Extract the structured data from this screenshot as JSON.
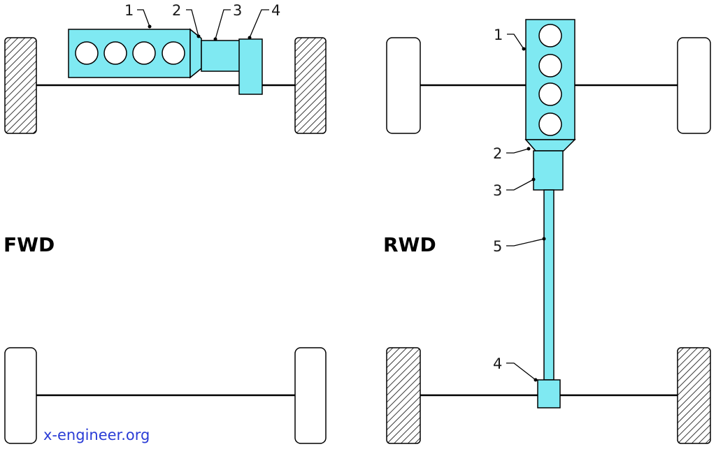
{
  "diagram": {
    "colors": {
      "component": "#7fe9f2",
      "wheel_driven_hatch": "#3a3a3a",
      "wheel_free": "#ffffff",
      "credit_text": "#2a3cd6"
    },
    "fwd": {
      "title": "FWD",
      "labels": [
        "1",
        "2",
        "3",
        "4"
      ]
    },
    "rwd": {
      "title": "RWD",
      "labels": [
        "1",
        "2",
        "3",
        "5",
        "4"
      ]
    },
    "credit": "x-engineer.org"
  }
}
